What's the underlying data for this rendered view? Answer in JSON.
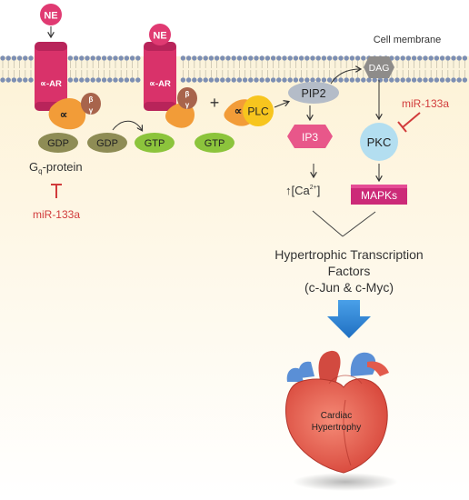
{
  "labels": {
    "cell_membrane": "Cell membrane",
    "ne_left": "NE",
    "ne_right": "NE",
    "receptor_left": "∝-AR",
    "receptor_right": "∝-AR",
    "alpha_symbol": "∝",
    "beta_symbol": "β",
    "gamma_symbol": "γ",
    "plus": "+",
    "plc": "PLC",
    "pip2": "PIP2",
    "dag": "DAG",
    "ip3": "IP3",
    "pkc": "PKC",
    "mapks": "MAPKs",
    "gdp_1": "GDP",
    "gdp_2": "GDP",
    "gtp_1": "GTP",
    "gtp_2": "GTP",
    "gq_main": "G",
    "gq_sub": "q",
    "gq_suffix": "-protein",
    "mir_left": "miR-133a",
    "mir_right": "miR-133a",
    "calcium_prefix": "↑[Ca",
    "calcium_sup": "2+",
    "calcium_suffix": "]",
    "tf_line1": "Hypertrophic Transcription",
    "tf_line2": "Factors",
    "tf_line3": "(c-Jun & c-Myc)",
    "heart_line1": "Cardiac",
    "heart_line2": "Hypertrophy"
  },
  "colors": {
    "membrane_head": "#7d8fb3",
    "receptor": "#d9326a",
    "receptor_dark": "#b8245a",
    "alpha_subunit": "#f29c38",
    "beta_subunit": "#a8644c",
    "gdp": "#8e8c55",
    "gtp": "#8cc43c",
    "plc": "#f7c51e",
    "pip2": "#b4bcc8",
    "ip3": "#e8578a",
    "pkc": "#b3def0",
    "mapks": "#cc2a78",
    "mir": "#d13b3b",
    "arrow_blue": "#2c7fd0",
    "heart": "#e25a4c",
    "cytoplasm": "#fdf4dc"
  }
}
